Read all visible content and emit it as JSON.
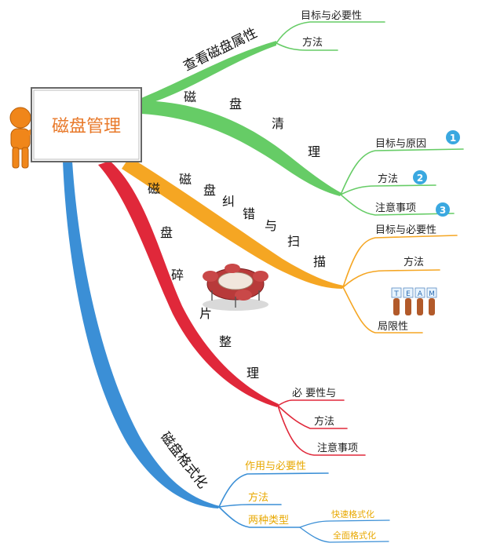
{
  "central": {
    "title": "磁盘管理"
  },
  "branches": {
    "properties": {
      "label": "查看磁盘属性",
      "color": "#66cc66",
      "items": [
        "目标与必要性",
        "方法"
      ]
    },
    "cleanup": {
      "chars": [
        "磁",
        "盘",
        "清",
        "理"
      ],
      "color": "#66cc66",
      "items": [
        "目标与原因",
        "方法",
        "注意事项"
      ],
      "badges": [
        "1",
        "2",
        "3"
      ],
      "badge_color": "#3aa8e0"
    },
    "scan": {
      "chars": [
        "磁",
        "盘",
        "纠",
        "错",
        "与",
        "扫",
        "描"
      ],
      "color": "#f5a623",
      "items": [
        "目标与必要性",
        "方法",
        "局限性"
      ],
      "team_letters": [
        "T",
        "E",
        "A",
        "M"
      ]
    },
    "defrag": {
      "chars": [
        "磁",
        "盘",
        "碎",
        "片",
        "整",
        "理"
      ],
      "color": "#e0283a",
      "items": [
        "必 要性与",
        "方法",
        "注意事项"
      ]
    },
    "format": {
      "label": "磁盘格式化",
      "color": "#3b8fd6",
      "items": [
        "作用与必要性",
        "方法",
        "两种类型"
      ],
      "subitems": [
        "快速格式化",
        "全面格式化"
      ],
      "item_text_color": "#e8a800"
    }
  }
}
